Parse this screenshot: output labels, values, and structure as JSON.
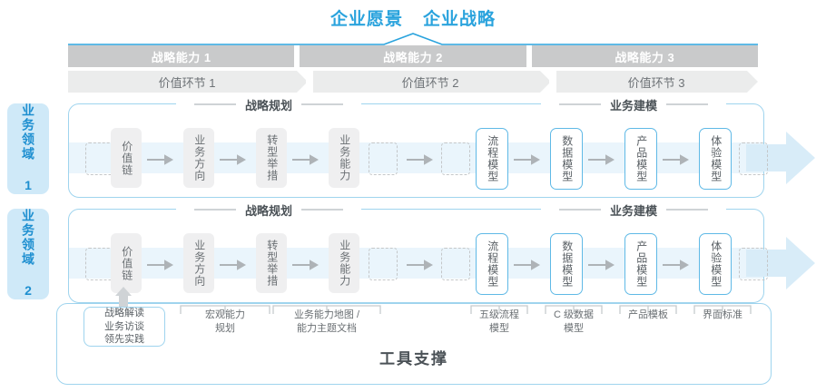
{
  "header": {
    "titles": [
      "企业愿景",
      "企业战略"
    ],
    "accent_color": "#2aa3dd"
  },
  "capability_row": {
    "cells": [
      "战略能力 1",
      "战略能力 2",
      "战略能力 3"
    ],
    "bg_color": "#c9cacb",
    "text_color": "#ffffff"
  },
  "value_chain_row": {
    "cells": [
      "价值环节 1",
      "价值环节 2",
      "价值环节 3"
    ],
    "bg_color": "#ebecec",
    "text_color": "#6d7276"
  },
  "side_labels": [
    "业务领域 1",
    "业务领域 2"
  ],
  "sections": {
    "planning": "战略规划",
    "modeling": "业务建模"
  },
  "nodes": {
    "planning": [
      "价值链",
      "业务方向",
      "转型举措",
      "业务能力"
    ],
    "modeling": [
      "流程模型",
      "数据模型",
      "产品模型",
      "体验模型"
    ]
  },
  "footer": {
    "title": "工具支撑",
    "note_box": [
      "战略解读",
      "业务访谈",
      "领先实践"
    ],
    "labels": [
      "宏观能力\n规划",
      "业务能力地图 /\n能力主题文档",
      "五级流程\n模型",
      "C 级数据\n模型",
      "产品模板",
      "界面标准"
    ]
  },
  "colors": {
    "blue_border": "#9fd4ee",
    "blue_node": "#5fb9e6",
    "band": "#eaf5fc",
    "gray_node": "#efeff0"
  }
}
